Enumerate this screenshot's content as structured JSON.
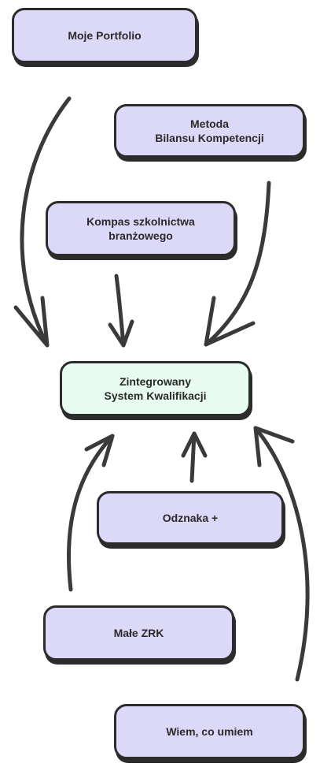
{
  "colors": {
    "node_fill": "#dcd8f8",
    "center_fill": "#e7fbf1",
    "stroke": "#2c2c2c"
  },
  "nodes": {
    "moje_portfolio": "Moje Portfolio",
    "metoda_bilansu": "Metoda\nBilansu Kompetencji",
    "kompas": "Kompas szkolnictwa\nbranżowego",
    "zsk": "Zintegrowany\nSystem Kwalifikacji",
    "odznaka": "Odznaka +",
    "male_zrk": "Małe ZRK",
    "wiem_co_umiem": "Wiem, co umiem"
  }
}
